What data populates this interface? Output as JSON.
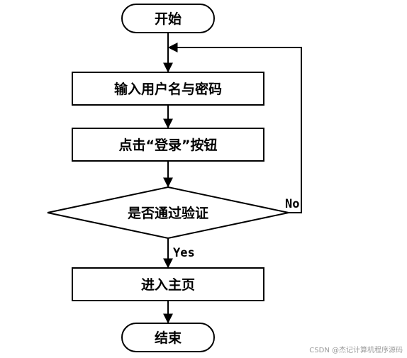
{
  "diagram": {
    "nodes": {
      "start": "开始",
      "input": "输入用户名与密码",
      "click": "点击“登录”按钮",
      "check": "是否通过验证",
      "home": "进入主页",
      "end": "结束"
    },
    "edges": {
      "no_label": "No",
      "yes_label": "Yes"
    }
  },
  "watermark": "CSDN @杰记计算机程序源码"
}
